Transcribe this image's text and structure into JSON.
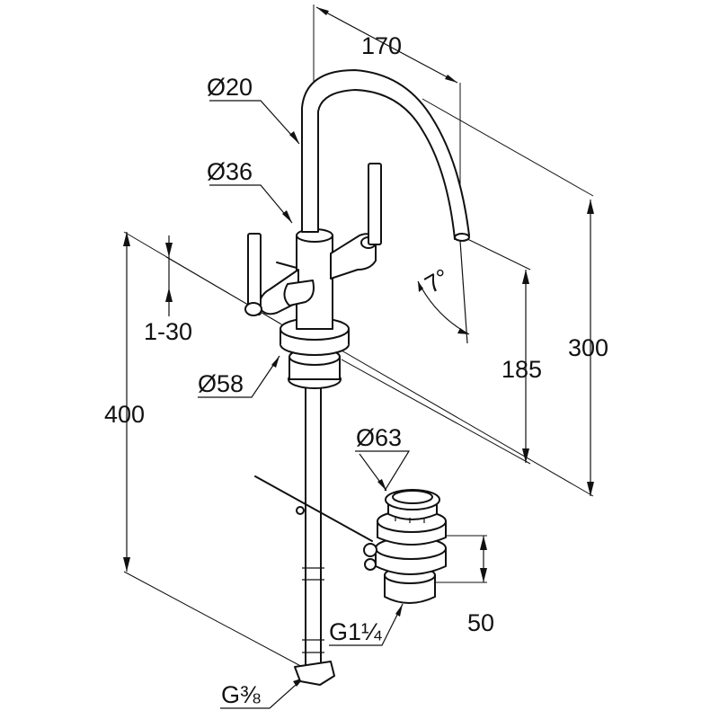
{
  "dimensions": {
    "spout_reach": "170",
    "spout_diameter": "Ø20",
    "body_diameter": "Ø36",
    "mounting_thickness": "1-30",
    "base_diameter": "Ø58",
    "total_height": "400",
    "spout_height": "185",
    "faucet_height": "300",
    "spout_angle": "7°",
    "drain_diameter": "Ø63",
    "drain_height": "50",
    "drain_thread": "G1¼",
    "supply_thread": "G⅜"
  }
}
